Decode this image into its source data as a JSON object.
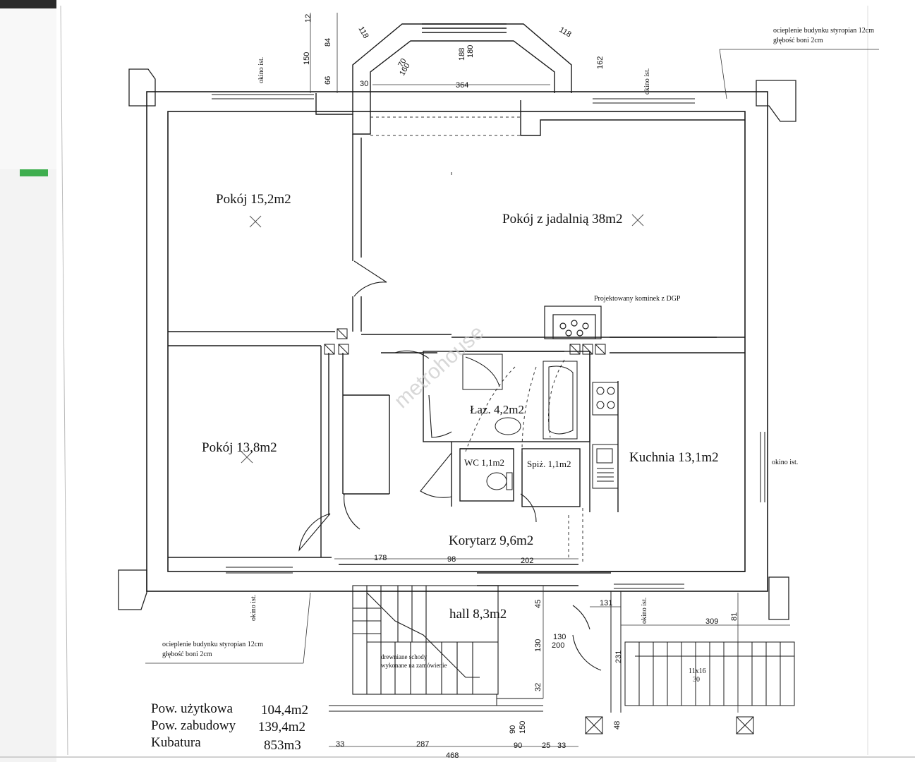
{
  "rooms": {
    "r1": "Pokój 15,2m2",
    "r2": "Pokój z jadalnią 38m2",
    "r3": "Pokój 13,8m2",
    "bath": "Łaz. 4,2m2",
    "wc": "WC 1,1m2",
    "pantry": "Spiż. 1,1m2",
    "kitchen": "Kuchnia  13,1m2",
    "corridor": "Korytarz 9,6m2",
    "hall": "hall 8,3m2"
  },
  "notes": {
    "insulation_top_1": "ocieplenie budynku styropian 12cm",
    "insulation_top_2": "głębość boni 2cm",
    "insulation_bottom_1": "ocieplenie budynku styropian 12cm",
    "insulation_bottom_2": "głębość boni 2cm",
    "fireplace": "Projektowany kominek z DGP",
    "window_existing": "okino ist.",
    "stairs_1": "drewniane schody",
    "stairs_2": "wykonane na zamówienie",
    "step_size": "11x16",
    "step_size_2": "30"
  },
  "dimensions": {
    "d12": "12",
    "d150": "150",
    "d84": "84",
    "d66": "66",
    "d118": "118",
    "d118b": "118",
    "d188": "188",
    "d180": "180",
    "d70": "70",
    "d160": "160",
    "d30": "30",
    "d364": "364",
    "d162": "162",
    "d178": "178",
    "d98": "98",
    "d202": "202",
    "d45": "45",
    "d130": "130",
    "d200": "200",
    "d32": "32",
    "d131": "131",
    "d309": "309",
    "d81": "81",
    "d231": "231",
    "d90": "90",
    "d150b": "150",
    "d48": "48",
    "d33": "33",
    "d287": "287",
    "d25": "25",
    "d468": "468"
  },
  "summary": {
    "usable_label": "Pow. użytkowa",
    "usable_value": "104,4m2",
    "built_label": "Pow. zabudowy",
    "built_value": "139,4m2",
    "volume_label": "Kubatura",
    "volume_value": "853m3"
  },
  "watermark": "metrohouse"
}
